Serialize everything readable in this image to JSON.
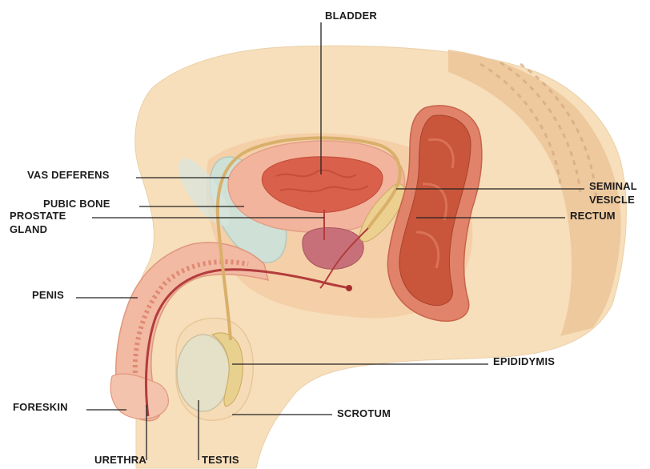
{
  "labels": {
    "bladder": "BLADDER",
    "vas_deferens": "VAS DEFERENS",
    "pubic_bone": "PUBIC BONE",
    "prostate_gland_1": "PROSTATE",
    "prostate_gland_2": "GLAND",
    "penis": "PENIS",
    "foreskin": "FORESKIN",
    "urethra": "URETHRA",
    "testis": "TESTIS",
    "scrotum": "SCROTUM",
    "epididymis": "EPIDIDYMIS",
    "rectum": "RECTUM",
    "seminal_vesicle_1": "SEMINAL",
    "seminal_vesicle_2": "VESICLE"
  },
  "colors": {
    "skin": "#f6dcb6",
    "skin_dark": "#eab98a",
    "tissue_pink": "#f3b5a0",
    "bladder_red": "#d9604a",
    "rectum_red": "#c9553b",
    "prostate": "#c8707a",
    "bone": "#cfe0d6",
    "testis": "#e5e0c8",
    "vessel": "#d9b06a",
    "leader": "#222222"
  }
}
